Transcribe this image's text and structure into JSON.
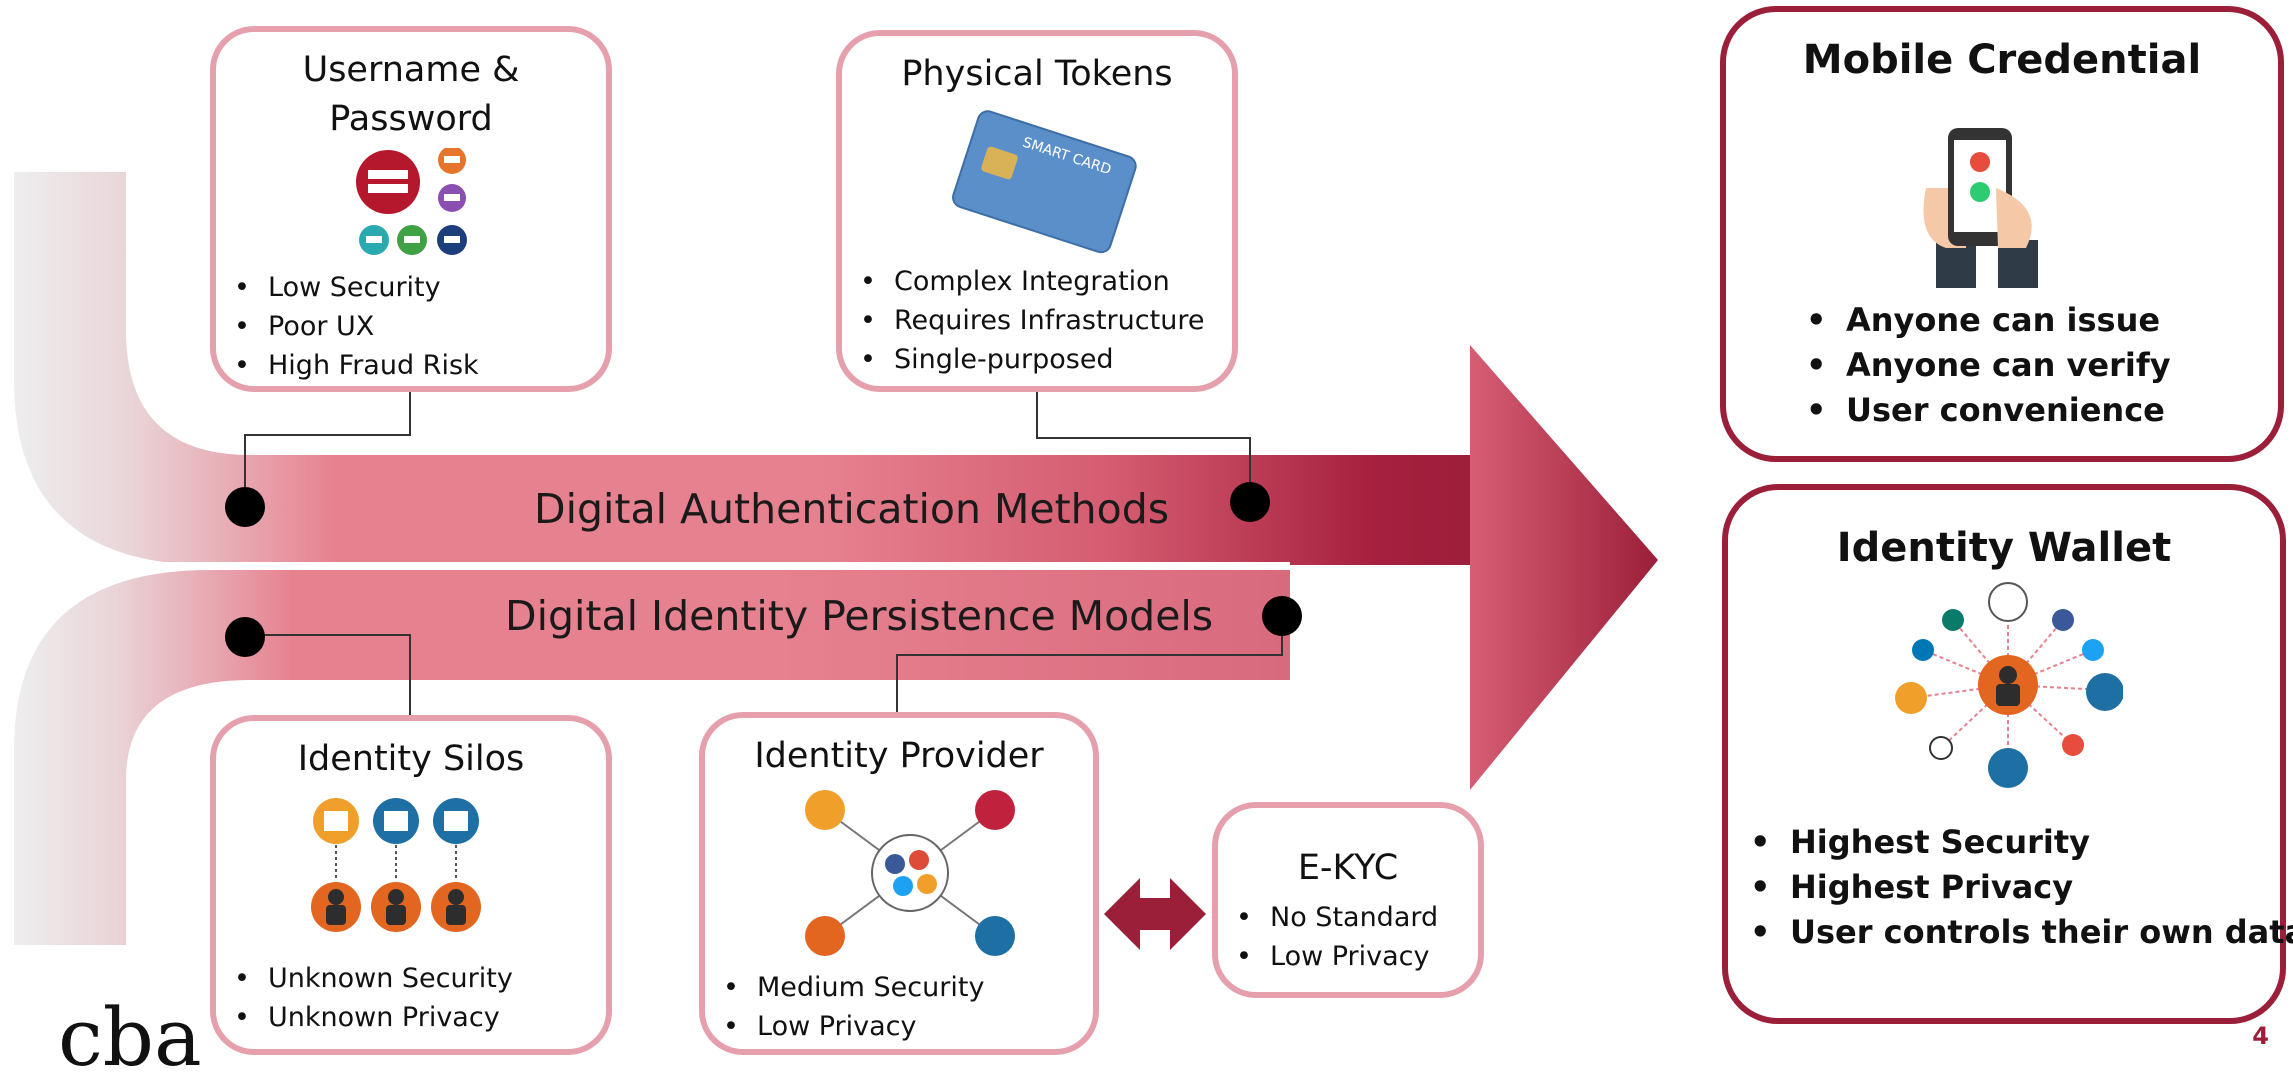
{
  "colors": {
    "accent": "#9c1f3a",
    "card_border": "#e6a0ad",
    "band": "#e6818f"
  },
  "bands": {
    "authentication": "Digital Authentication Methods",
    "persistence": "Digital Identity Persistence Models"
  },
  "cards": {
    "username_password": {
      "title_line1": "Username &",
      "title_line2": "Password",
      "icon": "password-forms-icon",
      "bullets": [
        "Low Security",
        "Poor UX",
        "High Fraud Risk"
      ]
    },
    "physical_tokens": {
      "title": "Physical Tokens",
      "icon": "smart-card-icon",
      "card_text": "SMART CARD",
      "bullets": [
        "Complex Integration",
        "Requires Infrastructure",
        "Single-purposed"
      ]
    },
    "identity_silos": {
      "title": "Identity Silos",
      "icon": "silos-icon",
      "bullets": [
        "Unknown Security",
        "Unknown Privacy"
      ]
    },
    "identity_provider": {
      "title": "Identity Provider",
      "icon": "identity-provider-hub-icon",
      "bullets": [
        "Medium Security",
        "Low Privacy"
      ]
    },
    "ekyc": {
      "title": "E-KYC",
      "bullets": [
        "No Standard",
        "Low Privacy"
      ]
    },
    "mobile_credential": {
      "title": "Mobile Credential",
      "icon": "phone-in-hand-icon",
      "bullets": [
        "Anyone can issue",
        "Anyone can verify",
        "User convenience"
      ]
    },
    "identity_wallet": {
      "title": "Identity Wallet",
      "icon": "identity-wallet-network-icon",
      "bullets": [
        "Highest Security",
        "Highest Privacy",
        "User controls their own data"
      ]
    }
  },
  "logo_text": "cba",
  "page_number": "4"
}
